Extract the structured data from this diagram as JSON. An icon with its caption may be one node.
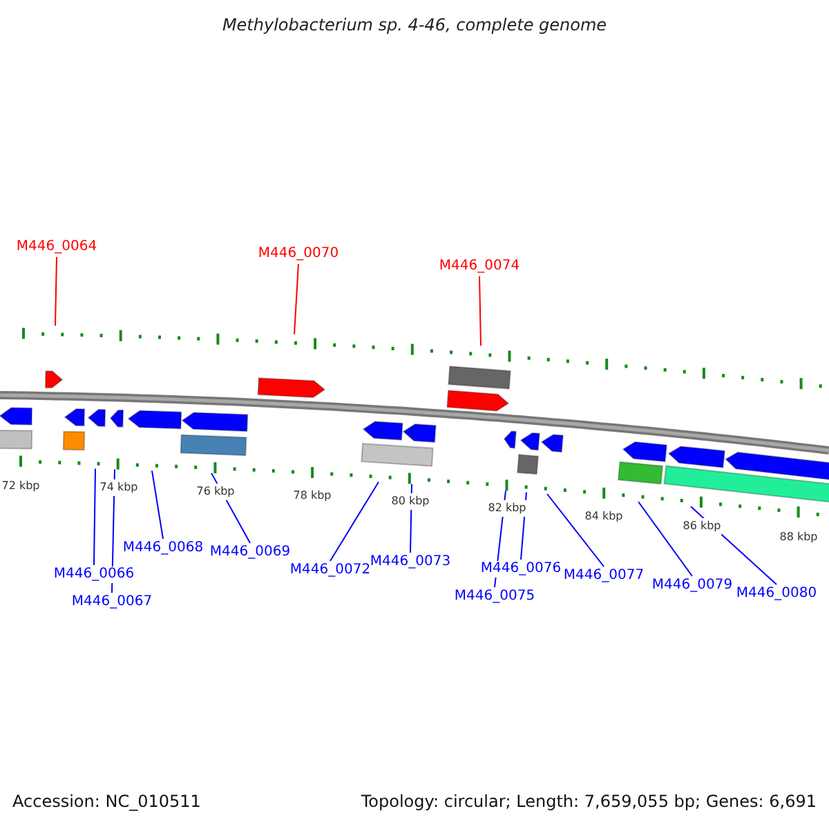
{
  "diagram": {
    "title": "Methylobacterium sp. 4-46, complete genome",
    "nodes": [
      {
        "text": [
          "M446_0064"
        ]
      },
      {
        "text": [
          "M446_0070"
        ]
      },
      {
        "text": [
          "M446_0074"
        ]
      },
      {
        "text": [
          "M446_0066"
        ]
      },
      {
        "text": [
          "M446_0067"
        ]
      },
      {
        "text": [
          "M446_0068"
        ]
      },
      {
        "text": [
          "M446_0069"
        ]
      },
      {
        "text": [
          "M446_0072"
        ]
      },
      {
        "text": [
          "M446_0073"
        ]
      },
      {
        "text": [
          "M446_0075"
        ]
      },
      {
        "text": [
          "M446_0076"
        ]
      },
      {
        "text": [
          "M446_0077"
        ]
      },
      {
        "text": [
          "M446_0079"
        ]
      },
      {
        "text": [
          "M446_0080"
        ]
      },
      {
        "text": [],
        "shape": "picture"
      }
    ],
    "edges": [
      {
        "from": 0,
        "to": 14,
        "arrow": "none",
        "color": "#ff0000"
      },
      {
        "from": 1,
        "to": 14,
        "arrow": "none",
        "color": "#ff0000"
      },
      {
        "from": 2,
        "to": 14,
        "arrow": "none",
        "color": "#ff0000"
      },
      {
        "from": 3,
        "to": 14,
        "arrow": "none"
      },
      {
        "from": 4,
        "to": 14,
        "arrow": "none"
      },
      {
        "from": 5,
        "to": 14,
        "arrow": "none"
      },
      {
        "from": 6,
        "to": 14,
        "arrow": "none"
      },
      {
        "from": 7,
        "to": 14,
        "arrow": "none"
      },
      {
        "from": 8,
        "to": 14,
        "arrow": "none"
      },
      {
        "from": 9,
        "to": 14,
        "arrow": "none"
      },
      {
        "from": 10,
        "to": 14,
        "arrow": "none"
      },
      {
        "from": 11,
        "to": 14,
        "arrow": "none"
      },
      {
        "from": 12,
        "to": 14,
        "arrow": "none"
      },
      {
        "from": 13,
        "to": 14,
        "arrow": "none"
      }
    ],
    "labels": [
      "72 kbp",
      "74 kbp",
      "76 kbp",
      "78 kbp",
      "80 kbp",
      "82 kbp",
      "84 kbp",
      "86 kbp",
      "88 kbp",
      "Accession: NC_010511",
      "Topology: circular; Length: 7,659,055 bp; Genes: 6,691"
    ]
  }
}
